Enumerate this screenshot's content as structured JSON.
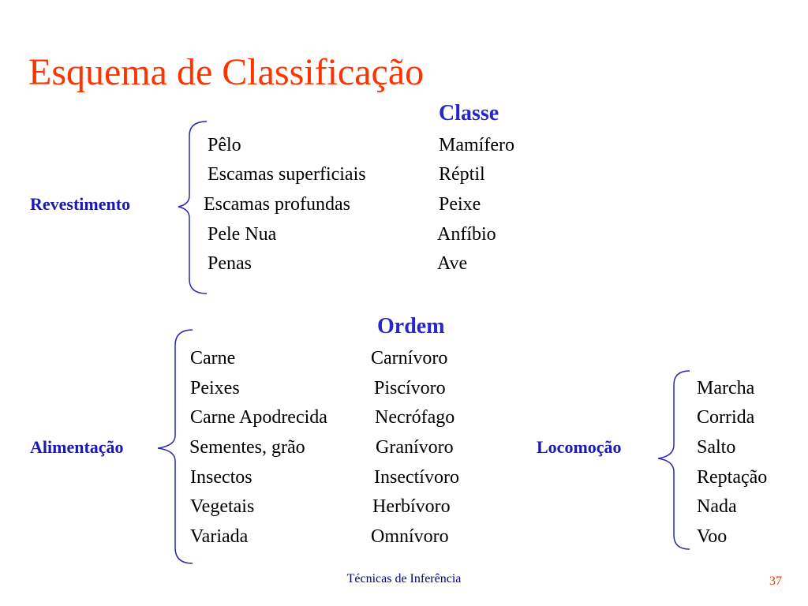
{
  "title": "Esquema de Classificação",
  "colors": {
    "title": "#ff3300",
    "heading": "#2626c9",
    "label": "#1a1ab0",
    "brace": "#2a2aa8",
    "footer": "#000080",
    "page_number": "#ff3300"
  },
  "classe_section": {
    "heading": "Classe",
    "group_label": "Revestimento",
    "rows": [
      {
        "feature": "Pêlo",
        "class": "Mamífero"
      },
      {
        "feature": "Escamas superficiais",
        "class": "Réptil"
      },
      {
        "feature": "Escamas profundas",
        "class": "Peixe"
      },
      {
        "feature": "Pele Nua",
        "class": "Anfíbio"
      },
      {
        "feature": "Penas",
        "class": "Ave"
      }
    ]
  },
  "ordem_section": {
    "heading": "Ordem",
    "group_label": "Alimentação",
    "rows": [
      {
        "feature": "Carne",
        "order": "Carnívoro"
      },
      {
        "feature": "Peixes",
        "order": "Piscívoro"
      },
      {
        "feature": "Carne Apodrecida",
        "order": "Necrófago"
      },
      {
        "feature": "Sementes, grão",
        "order": "Granívoro"
      },
      {
        "feature": "Insectos",
        "order": "Insectívoro"
      },
      {
        "feature": "Vegetais",
        "order": "Herbívoro"
      },
      {
        "feature": "Variada",
        "order": "Omnívoro"
      }
    ]
  },
  "locomocao_section": {
    "group_label": "Locomoção",
    "items": [
      "Marcha",
      "Corrida",
      "Salto",
      "Reptação",
      "Nada",
      "Voo"
    ]
  },
  "footer": {
    "text": "Técnicas de Inferência",
    "page_number": "37"
  }
}
